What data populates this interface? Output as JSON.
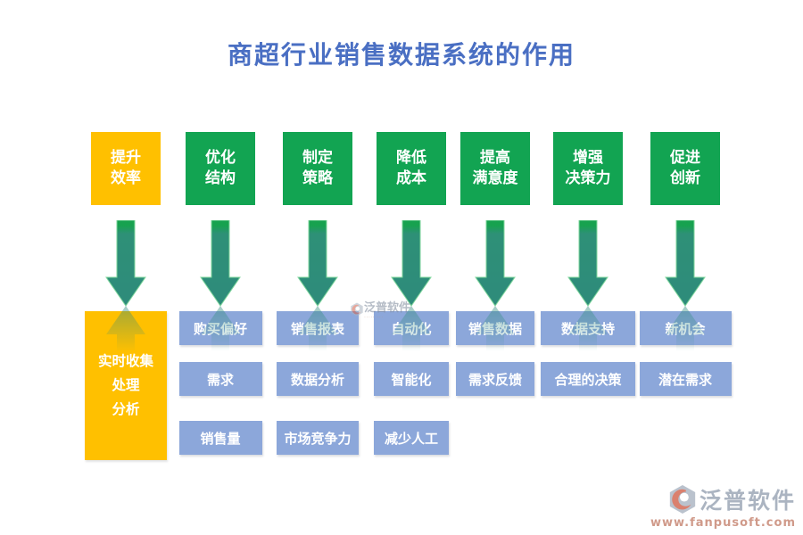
{
  "title": "商超行业销售数据系统的作用",
  "palette": {
    "title_blue": "#4A6FC3",
    "header_green": "#12A452",
    "header_orange": "#FFC000",
    "item_blue": "#8CA7DA",
    "arrow_teal": "#2E8B7B",
    "arrow_cap_green": "#17A24F"
  },
  "columns": [
    {
      "header_lines": [
        "提升",
        "效率"
      ],
      "style": "orange",
      "tall_item_lines": [
        "实时收集",
        "处理",
        "分析"
      ],
      "items": []
    },
    {
      "header_lines": [
        "优化",
        "结构"
      ],
      "style": "green",
      "items": [
        "购买偏好",
        "需求",
        "销售量"
      ]
    },
    {
      "header_lines": [
        "制定",
        "策略"
      ],
      "style": "green",
      "items": [
        "销售报表",
        "数据分析",
        "市场竞争力"
      ]
    },
    {
      "header_lines": [
        "降低",
        "成本"
      ],
      "style": "green",
      "items": [
        "自动化",
        "智能化",
        "减少人工"
      ]
    },
    {
      "header_lines": [
        "提高",
        "满意度"
      ],
      "style": "green",
      "items": [
        "销售数据",
        "需求反馈"
      ]
    },
    {
      "header_lines": [
        "增强",
        "决策力"
      ],
      "style": "green",
      "items": [
        "数据支持",
        "合理的决策"
      ]
    },
    {
      "header_lines": [
        "促进",
        "创新"
      ],
      "style": "green",
      "items": [
        "新机会",
        "潜在需求"
      ]
    }
  ],
  "watermark_center": {
    "brand": "泛普软件"
  },
  "footer_logo": {
    "brand": "泛普软件",
    "url": "www.fanpusoft.com"
  }
}
